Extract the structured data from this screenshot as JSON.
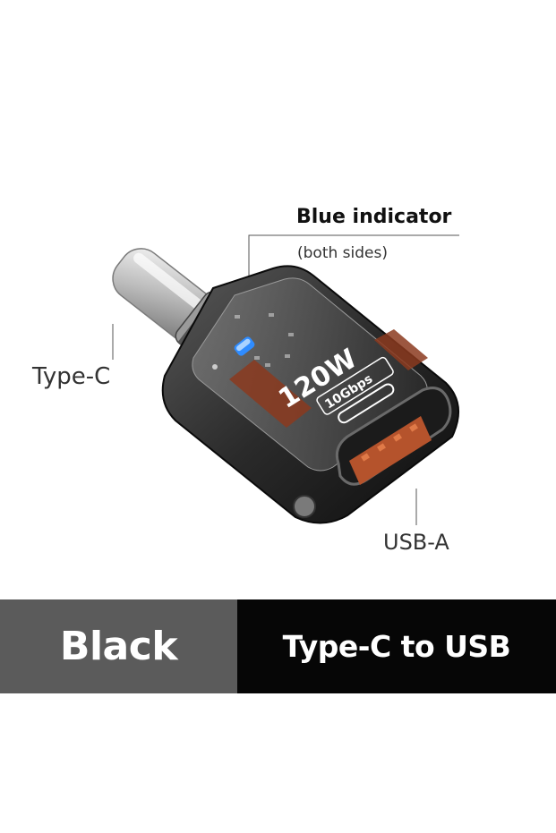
{
  "callouts": {
    "indicator_title": "Blue indicator",
    "indicator_subtitle": "(both sides)",
    "type_c": "Type-C",
    "usb_a": "USB-A"
  },
  "product_markings": {
    "power": "120W",
    "speed": "10Gbps"
  },
  "banner": {
    "color_name": "Black",
    "product_name": "Type-C to USB"
  },
  "colors": {
    "banner_left": "#5b5b5b",
    "banner_right": "#060606",
    "indicator_led": "#2f8cff",
    "usb_port_orange": "#b5532c"
  },
  "icons": [
    "usb-c-symbol-icon",
    "blue-led-icon"
  ]
}
